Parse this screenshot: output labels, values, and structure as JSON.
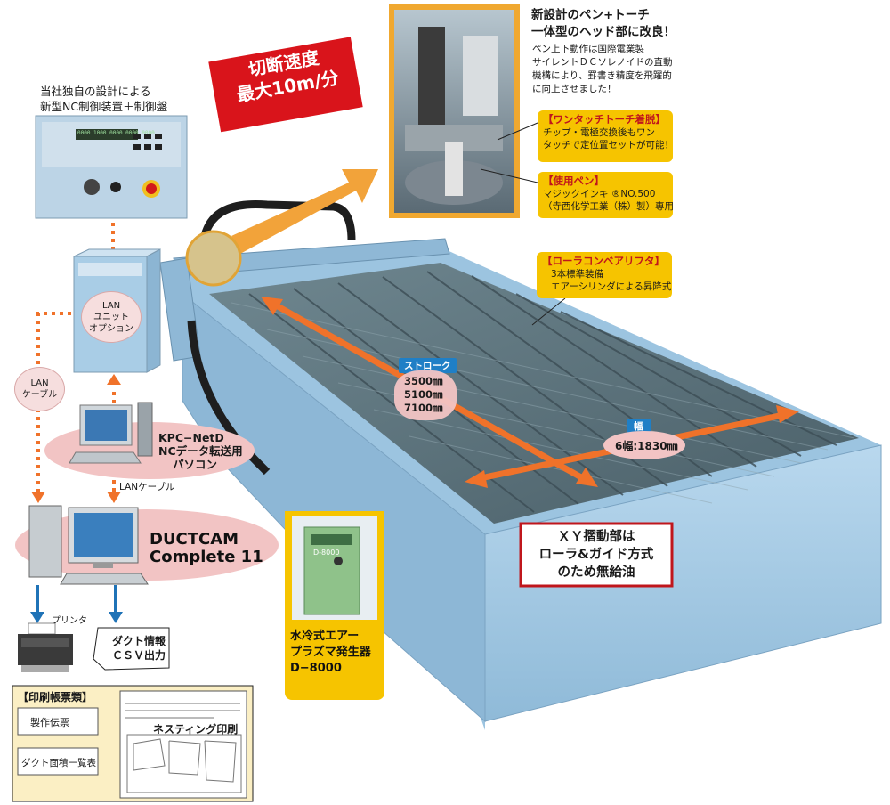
{
  "speed_banner": {
    "line1": "切断速度",
    "line2": "最大10m/分"
  },
  "nc_unit": {
    "caption_line1": "当社独自の設計による",
    "caption_line2": "新型NC制御装置＋制御盤"
  },
  "lan_unit_bubble": {
    "line1": "LAN",
    "line2": "ユニット",
    "line3": "オプション"
  },
  "lan_cable_bubble": {
    "line1": "LAN",
    "line2": "ケーブル"
  },
  "pc_kpc": {
    "line1": "KPC−NetD",
    "line2": "NCデータ転送用",
    "line3": "パソコン"
  },
  "lan_cable_label": "LANケーブル",
  "ductcam": {
    "line1": "DUCTCAM",
    "line2": "Complete 11"
  },
  "printer_label": "プリンタ",
  "duct_info": {
    "line1": "ダクト情報",
    "line2": "ＣＳＶ出力"
  },
  "forms": {
    "title": "【印刷帳票類】",
    "item1": "製作伝票",
    "item2": "ダクト面積一覧表",
    "nesting": "ネスティング印刷"
  },
  "head_section": {
    "title1": "新設計のペン+トーチ",
    "title2": "一体型のヘッド部に改良！",
    "desc1": "ペン上下動作は国際電業製",
    "desc2": "サイレントＤＣソレノイドの直動",
    "desc3": "機構により、罫書き精度を飛躍的",
    "desc4": "に向上させました！"
  },
  "callout_torch": {
    "head": "【ワンタッチトーチ着脱】",
    "body1": "チップ・電極交換後もワン",
    "body2": "タッチで定位置セットが可能！"
  },
  "callout_pen": {
    "head": "【使用ペン】",
    "body1": "マジックインキ ®NO.500",
    "body2": "（寺西化学工業（株）製）専用"
  },
  "callout_roller": {
    "head": "【ローラコンベアリフタ】",
    "body1": "3本標準装備",
    "body2": "エアーシリンダによる昇降式"
  },
  "stroke": {
    "label": "ストローク",
    "v1": "3500㎜",
    "v2": "5100㎜",
    "v3": "7100㎜"
  },
  "width": {
    "label": "幅",
    "value": "6幅:1830㎜"
  },
  "xy_box": {
    "line1": "ＸＹ摺動部は",
    "line2": "ローラ&ガイド方式",
    "line3": "のため無給油"
  },
  "plasma": {
    "line1": "水冷式エアー",
    "line2": "プラズマ発生器",
    "line3": "D−8000",
    "unit_label": "D-8000"
  },
  "nc_panel_display": "0000 1000 0000 0000 0000",
  "colors": {
    "banner_red": "#d9141b",
    "callout_yellow": "#f6c400",
    "arrow_orange": "#f0722a",
    "machine_blue": "#a9cde6",
    "oval_pink": "#f2c4c4",
    "accent_red": "#c0161c"
  }
}
